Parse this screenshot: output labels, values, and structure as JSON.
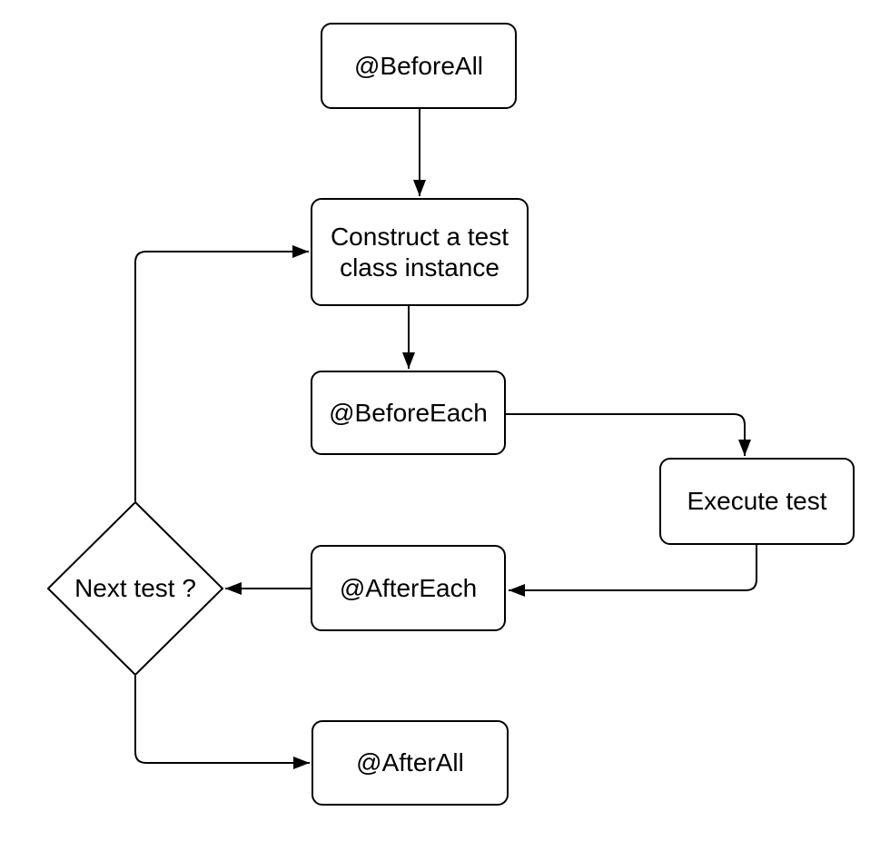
{
  "diagram": {
    "type": "flowchart",
    "background_color": "#ffffff",
    "stroke_color": "#000000",
    "text_color": "#000000",
    "node_fill_color": "#ffffff",
    "nodes": [
      {
        "id": "before-all",
        "shape": "rounded-rectangle",
        "label": "@BeforeAll"
      },
      {
        "id": "construct-instance",
        "shape": "rounded-rectangle",
        "label": "Construct a test class instance"
      },
      {
        "id": "before-each",
        "shape": "rounded-rectangle",
        "label": "@BeforeEach"
      },
      {
        "id": "execute-test",
        "shape": "rounded-rectangle",
        "label": "Execute test"
      },
      {
        "id": "after-each",
        "shape": "rounded-rectangle",
        "label": "@AfterEach"
      },
      {
        "id": "next-test",
        "shape": "decision-diamond",
        "label": "Next test ?"
      },
      {
        "id": "after-all",
        "shape": "rounded-rectangle",
        "label": "@AfterAll"
      }
    ],
    "edges": [
      {
        "from": "before-all",
        "to": "construct-instance"
      },
      {
        "from": "construct-instance",
        "to": "before-each"
      },
      {
        "from": "before-each",
        "to": "execute-test"
      },
      {
        "from": "execute-test",
        "to": "after-each"
      },
      {
        "from": "after-each",
        "to": "next-test"
      },
      {
        "from": "next-test",
        "to": "construct-instance"
      },
      {
        "from": "next-test",
        "to": "after-all"
      }
    ]
  }
}
